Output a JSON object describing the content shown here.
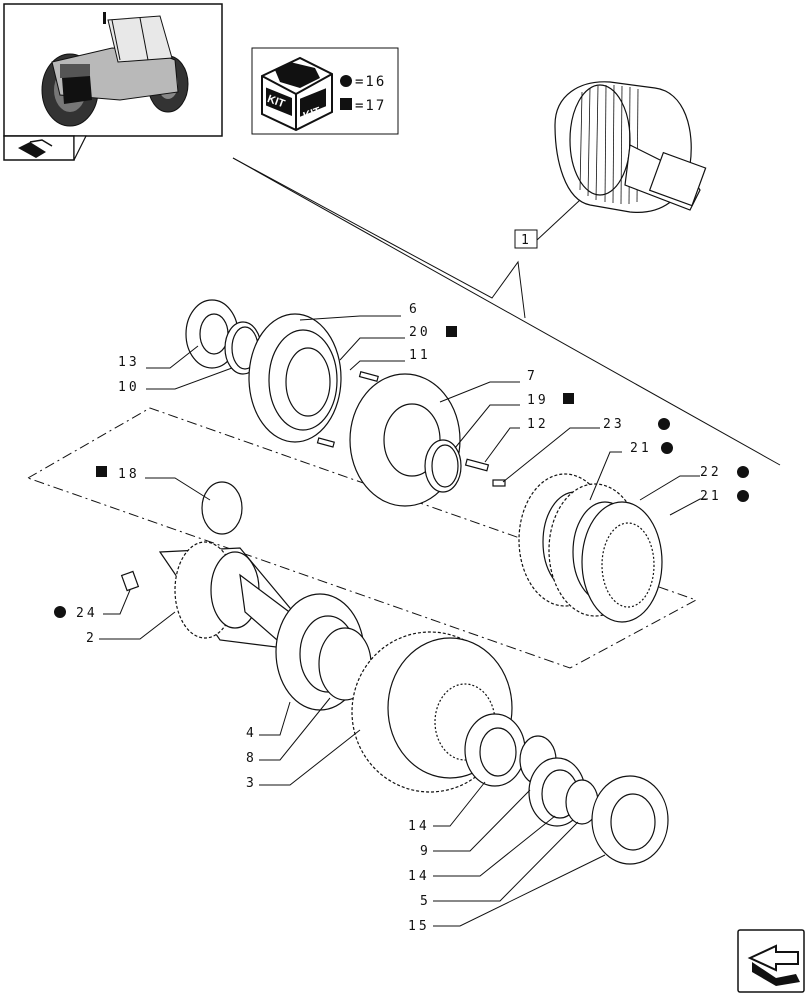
{
  "kit_legend": {
    "kit_text": "KIT",
    "circle_equals": "=16",
    "square_equals": "=17"
  },
  "reference_box_label": "1",
  "callouts": [
    {
      "id": "c6",
      "text": "6",
      "marker": ""
    },
    {
      "id": "c20",
      "text": "20",
      "marker": "square"
    },
    {
      "id": "c11",
      "text": "11",
      "marker": ""
    },
    {
      "id": "c13",
      "text": "13",
      "marker": ""
    },
    {
      "id": "c10",
      "text": "10",
      "marker": ""
    },
    {
      "id": "c7",
      "text": "7",
      "marker": ""
    },
    {
      "id": "c19",
      "text": "19",
      "marker": "square"
    },
    {
      "id": "c12",
      "text": "12",
      "marker": ""
    },
    {
      "id": "c23",
      "text": "23",
      "marker": "circle"
    },
    {
      "id": "c21a",
      "text": "21",
      "marker": "circle"
    },
    {
      "id": "c22",
      "text": "22",
      "marker": "circle"
    },
    {
      "id": "c21b",
      "text": "21",
      "marker": "circle"
    },
    {
      "id": "c18",
      "text": "18",
      "marker": "square"
    },
    {
      "id": "c24",
      "text": "24",
      "marker": "circle"
    },
    {
      "id": "c2",
      "text": "2",
      "marker": ""
    },
    {
      "id": "c4",
      "text": "4",
      "marker": ""
    },
    {
      "id": "c8",
      "text": "8",
      "marker": ""
    },
    {
      "id": "c3",
      "text": "3",
      "marker": ""
    },
    {
      "id": "c14a",
      "text": "14",
      "marker": ""
    },
    {
      "id": "c9",
      "text": "9",
      "marker": ""
    },
    {
      "id": "c14b",
      "text": "14",
      "marker": ""
    },
    {
      "id": "c5",
      "text": "5",
      "marker": ""
    },
    {
      "id": "c15",
      "text": "15",
      "marker": ""
    }
  ],
  "icons": {
    "thumbnail": "tractor-thumbnail-icon",
    "nav_small": "parts-arrow-icon",
    "nav_large": "next-page-arrow-icon"
  }
}
